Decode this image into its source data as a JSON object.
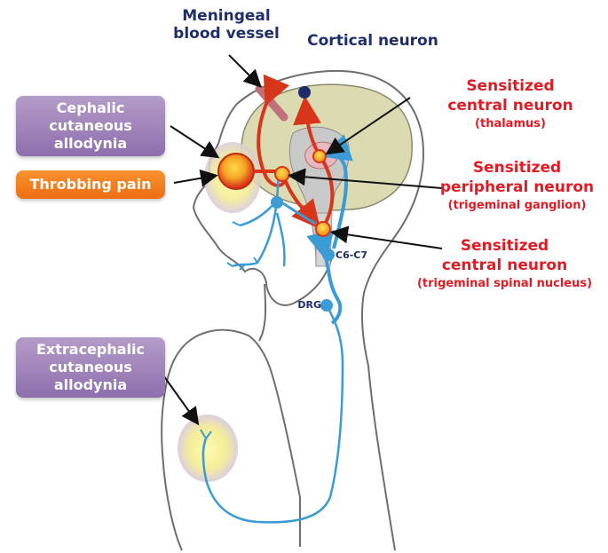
{
  "labels": {
    "meningeal": [
      "Meningeal",
      "blood vessel"
    ],
    "cortical": "Cortical neuron",
    "thalamus": {
      "title": [
        "Sensitized",
        "central neuron"
      ],
      "sub": "(thalamus)"
    },
    "peripheral": {
      "title": [
        "Sensitized",
        "peripheral neuron"
      ],
      "sub": "(trigeminal ganglion)"
    },
    "spinal": {
      "title": [
        "Sensitized",
        "central neuron"
      ],
      "sub": "(trigeminal spinal nucleus)"
    },
    "cephalic": [
      "Cephalic",
      "cutaneous",
      "allodynia"
    ],
    "throbbing": "Throbbing pain",
    "extracephalic": [
      "Extracephalic",
      "cutaneous",
      "allodynia"
    ],
    "c6c7": "C6-C7",
    "drg": "DRG"
  },
  "colors": {
    "navy": "#1f2d6b",
    "red": "#e01b24",
    "purple": "#9c80b8",
    "orange": "#f47f20",
    "neuron_blue": "#3a9bd5",
    "pain_red": "#d8361a",
    "brain": "#dcdab0"
  }
}
